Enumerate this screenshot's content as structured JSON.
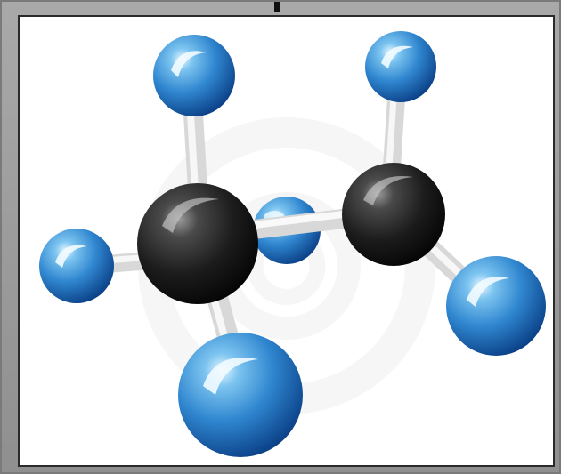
{
  "image": {
    "subject": "molecule",
    "atoms": [
      {
        "id": "carbon-left",
        "kind": "carbon",
        "color": "#1a1a1a"
      },
      {
        "id": "carbon-right",
        "kind": "carbon",
        "color": "#1a1a1a"
      },
      {
        "id": "hydrogen-top-left",
        "kind": "hydrogen",
        "color": "#1f6fb8"
      },
      {
        "id": "hydrogen-top-right",
        "kind": "hydrogen",
        "color": "#1f6fb8"
      },
      {
        "id": "hydrogen-left",
        "kind": "hydrogen",
        "color": "#1f6fb8"
      },
      {
        "id": "hydrogen-bottom-left",
        "kind": "hydrogen",
        "color": "#1f6fb8"
      },
      {
        "id": "hydrogen-right",
        "kind": "hydrogen",
        "color": "#1f6fb8"
      },
      {
        "id": "hydrogen-middle-back",
        "kind": "hydrogen",
        "color": "#1f6fb8"
      }
    ],
    "bond_color": "#e6e6e6",
    "frame_color": "#9c9c9c",
    "background_color": "#ffffff"
  }
}
